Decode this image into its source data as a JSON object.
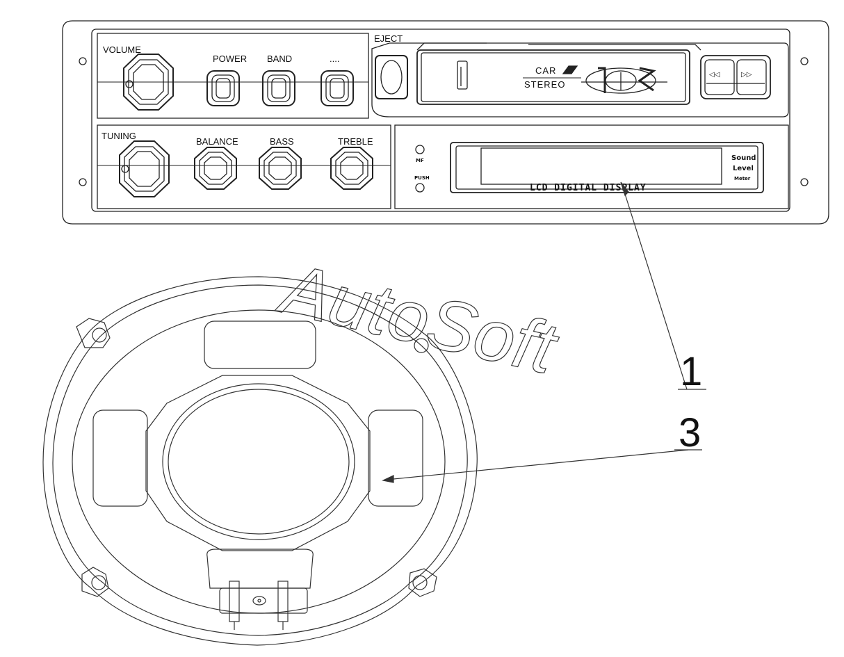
{
  "radio": {
    "volume_label": "VOLUME",
    "power_label": "POWER",
    "band_label": "BAND",
    "third_button_label": "....",
    "eject_label": "EJECT",
    "brand_car": "CAR",
    "brand_stereo": "STEREO",
    "rewind_symbol": "◁◁",
    "forward_symbol": "▷▷",
    "tuning_label": "TUNING",
    "balance_label": "BALANCE",
    "bass_label": "BASS",
    "treble_label": "TREBLE",
    "indicator_top_label": "MF",
    "indicator_bottom_label": "PUSH",
    "lcd_label": "LCD DIGITAL DISPLAY",
    "meter_line1": "Sound",
    "meter_line2": "Level",
    "meter_line3": "Meter"
  },
  "callouts": {
    "radio_number": "1",
    "speaker_number": "3"
  },
  "watermark": "AutoSoft"
}
